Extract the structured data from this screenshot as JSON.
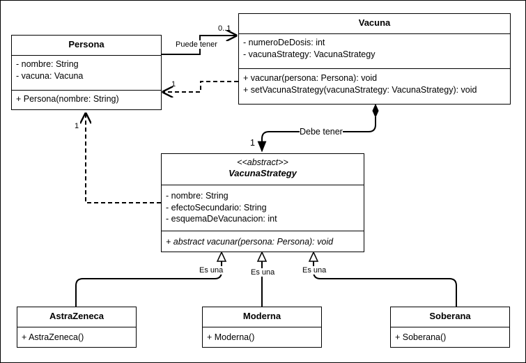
{
  "classes": {
    "persona": {
      "name": "Persona",
      "attributes": [
        "- nombre: String",
        "- vacuna: Vacuna"
      ],
      "methods": [
        "+ Persona(nombre: String)"
      ]
    },
    "vacuna": {
      "name": "Vacuna",
      "attributes": [
        "- numeroDeDosis: int",
        "- vacunaStrategy: VacunaStrategy"
      ],
      "methods": [
        "+ vacunar(persona: Persona): void",
        "+ setVacunaStrategy(vacunaStrategy: VacunaStrategy): void"
      ]
    },
    "strategy": {
      "stereotype": "<<abstract>>",
      "name": "VacunaStrategy",
      "attributes": [
        "- nombre: String",
        "- efectoSecundario: String",
        "- esquemaDeVacunacion: int"
      ],
      "methods": [
        "+ abstract vacunar(persona: Persona): void"
      ]
    },
    "astrazeneca": {
      "name": "AstraZeneca",
      "methods": [
        "+ AstraZeneca()"
      ]
    },
    "moderna": {
      "name": "Moderna",
      "methods": [
        "+ Moderna()"
      ]
    },
    "soberana": {
      "name": "Soberana",
      "methods": [
        "+ Soberana()"
      ]
    }
  },
  "labels": {
    "puede_tener": "Puede tener",
    "mult_0_1": "0..1",
    "mult_vacuna_persona": "1",
    "mult_strategy_persona": "1",
    "debe_tener": "Debe tener",
    "mult_debe_tener": "1",
    "es_una_1": "Es una",
    "es_una_2": "Es una",
    "es_una_3": "Es una"
  }
}
